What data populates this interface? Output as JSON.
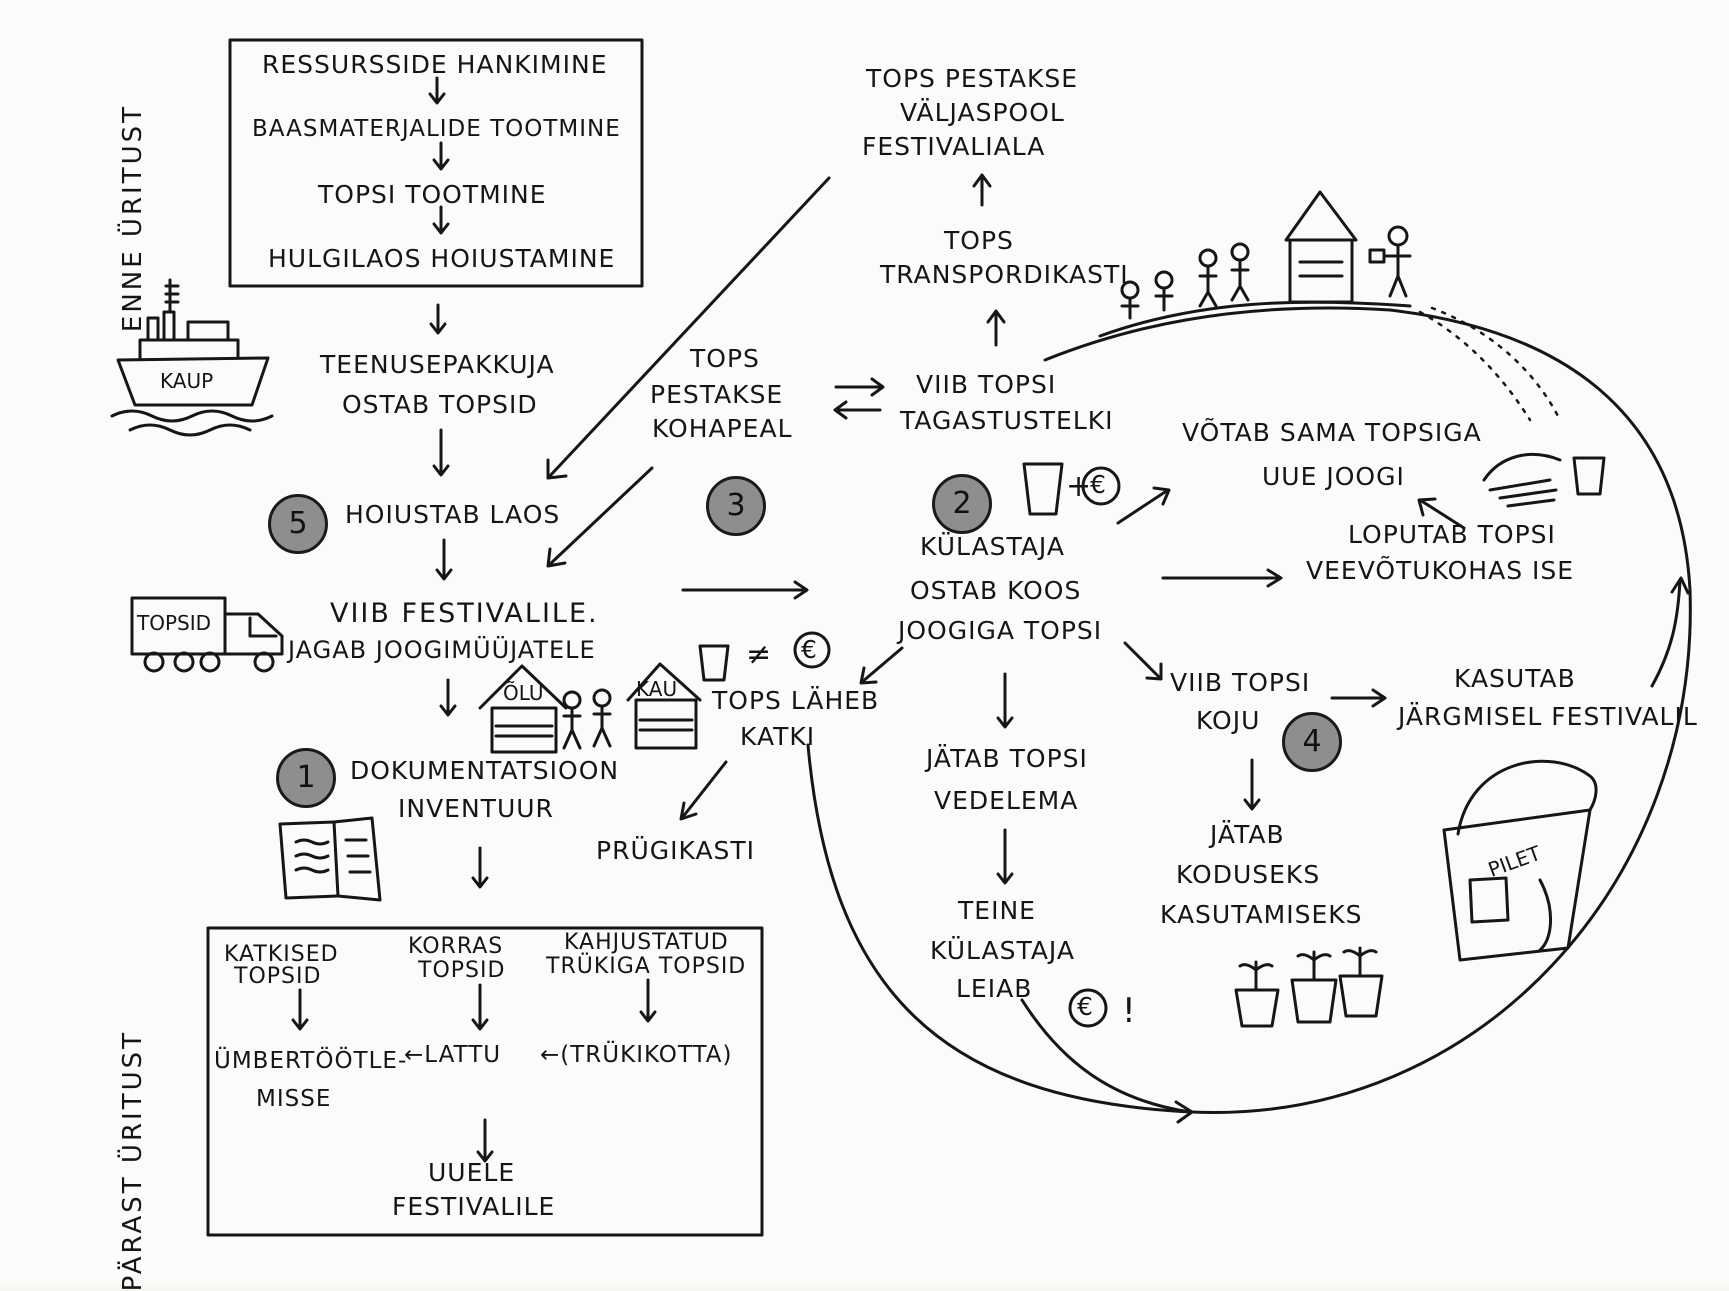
{
  "top_box": {
    "steps": [
      "RESSURSSIDE HANKIMINE",
      "BAASMATERJALIDE TOOTMINE",
      "TOPSI TOOTMINE",
      "HULGILAOS HOIUSTAMINE"
    ]
  },
  "side_labels": {
    "before": "ENNE ÜRITUST",
    "after": "PÄRAST ÜRITUST"
  },
  "left_flow": {
    "provider_buys": [
      "TEENUSEPAKKUJA",
      "OSTAB TOPSID"
    ],
    "store": "HOIUSTAB LAOS",
    "deliver": [
      "VIIB FESTIVALILE.",
      "JAGAB JOOGIMÜÜJATELE"
    ],
    "documentation": [
      "DOKUMENTATSIOON",
      "INVENTUUR"
    ]
  },
  "illustration_labels": {
    "ship": "KAUP",
    "truck": "TOPSID",
    "beer_stall": "ÕLU",
    "coffee_stall": "KAU"
  },
  "numbers": {
    "n1": "1",
    "n2": "2",
    "n3": "3",
    "n4": "4",
    "n5": "5"
  },
  "center": {
    "washed_onsite": [
      "TOPS",
      "PESTAKSE",
      "KOHAPEAL"
    ],
    "return_box": [
      "VIIB TOPSI",
      "TAGASTUSTELKI"
    ],
    "transport_box": [
      "TOPS",
      "TRANSPORDIKASTI"
    ],
    "washed_offsite": [
      "TOPS PESTAKSE",
      "VÄLJASPOOL",
      "FESTIVALIALA"
    ],
    "breaks": [
      "TOPS LÄHEB",
      "KATKI"
    ],
    "trash": "PRÜGIKASTI",
    "visitor_buys": [
      "KÜLASTAJA",
      "OSTAB KOOS",
      "JOOGIGA TOPSI"
    ],
    "leaves_lying": [
      "JÄTAB TOPSI",
      "VEDELEMA"
    ],
    "other_finds": [
      "TEINE",
      "KÜLASTAJA",
      "LEIAB"
    ],
    "takes_home": [
      "VIIB TOPSI",
      "KOJU"
    ],
    "keeps_home": [
      "JÄTAB",
      "KODUSEKS",
      "KASUTAMISEKS"
    ],
    "next_festival": [
      "KASUTAB",
      "JÄRGMISEL FESTIVALIL"
    ],
    "new_drink": [
      "VÕTAB SAMA TOPSIGA",
      "UUE JOOGI"
    ],
    "rinse": [
      "LOPUTAB TOPSI",
      "VEEVÕTUKOHAS ISE"
    ]
  },
  "bottom_box": {
    "broken": [
      "KATKISED",
      "TOPSID"
    ],
    "fine": [
      "KORRAS",
      "TOPSID"
    ],
    "misprinted": [
      "KAHJUSTATUD",
      "TRÜKIGA TOPSID"
    ],
    "recycle": [
      "ÜMBERTÖÖTLE-",
      "MISSE"
    ],
    "warehouse": "←LATTU",
    "printshop": "←(TRÜKIKOTTA)",
    "next": [
      "UUELE",
      "FESTIVALILE"
    ]
  },
  "symbols": {
    "euro": "€",
    "not_equal": "≠",
    "plus": "+",
    "exclaim": "!",
    "bag_label": "PILET"
  }
}
